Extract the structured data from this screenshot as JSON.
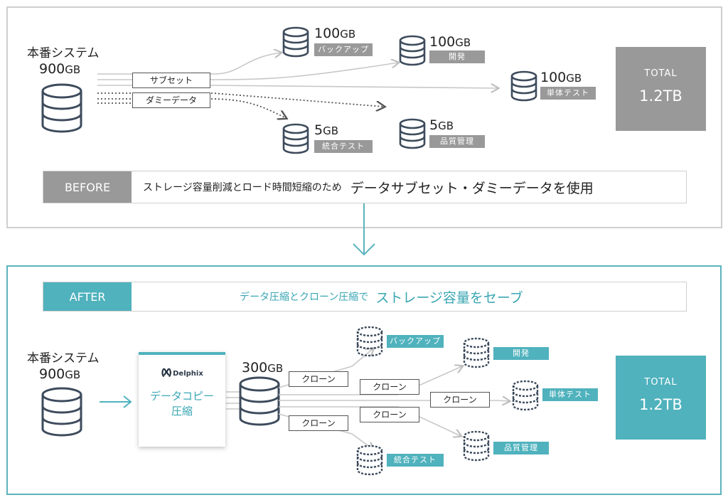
{
  "before": {
    "source": {
      "title": "本番システム",
      "size": "900",
      "unit": "GB"
    },
    "labels": {
      "subset": "サブセット",
      "dummy": "ダミーデータ"
    },
    "targets": [
      {
        "size": "100",
        "unit": "GB",
        "tag": "バックアップ"
      },
      {
        "size": "100",
        "unit": "GB",
        "tag": "開発"
      },
      {
        "size": "100",
        "unit": "GB",
        "tag": "単体テスト"
      },
      {
        "size": "5",
        "unit": "GB",
        "tag": "統合テスト"
      },
      {
        "size": "5",
        "unit": "GB",
        "tag": "品質管理"
      }
    ],
    "total": {
      "label": "TOTAL",
      "value": "1.2TB"
    },
    "bar": {
      "badge": "BEFORE",
      "text_small": "ストレージ容量削減とロード時間短縮のため",
      "text_large": "データサブセット・ダミーデータを使用"
    }
  },
  "after": {
    "bar": {
      "badge": "AFTER",
      "text_small": "データ圧縮とクローン圧縮で",
      "text_large": "ストレージ容量をセーブ"
    },
    "source": {
      "title": "本番システム",
      "size": "900",
      "unit": "GB"
    },
    "delphix": {
      "brand": "Delphix",
      "line1": "データコピー",
      "line2": "圧縮"
    },
    "mid_size": {
      "size": "300",
      "unit": "GB"
    },
    "clone_label": "クローン",
    "targets": [
      {
        "tag": "バックアップ"
      },
      {
        "tag": "開発"
      },
      {
        "tag": "単体テスト"
      },
      {
        "tag": "品質管理"
      },
      {
        "tag": "統合テスト"
      }
    ],
    "total": {
      "label": "TOTAL",
      "value": "1.2TB"
    }
  },
  "colors": {
    "gray": "#999999",
    "teal": "#4fb2bd",
    "dark": "#3d4b5c",
    "border_gray": "#cfcfcf",
    "border_teal": "#5bb3bd"
  }
}
